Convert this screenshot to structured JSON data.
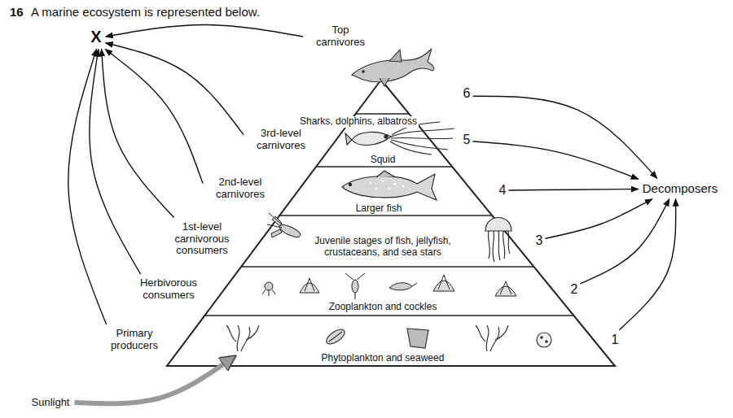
{
  "diagram": {
    "title": "A marine ecosystem is represented below.",
    "nodes": [
      {
        "text": [
          "X"
        ]
      },
      {
        "text": [
          "Top carnivores"
        ]
      },
      {
        "text": [
          "Sharks, dolphins, albatross",
          "6"
        ]
      },
      {
        "text": [
          "3rd-level carnivores"
        ]
      },
      {
        "text": [
          "Squid",
          "5"
        ]
      },
      {
        "text": [
          "2nd-level carnivores"
        ]
      },
      {
        "text": [
          "Larger fish",
          "4"
        ]
      },
      {
        "text": [
          "Decomposers"
        ]
      },
      {
        "text": [
          "1st-level carnivorous consumers"
        ]
      },
      {
        "text": [
          "Juvenile stages of fish, jellyfish, crustaceans, and sea stars",
          "3"
        ]
      },
      {
        "text": [
          "Herbivorous consumers"
        ]
      },
      {
        "text": [
          "Zooplankton and cockles",
          "2"
        ]
      },
      {
        "text": [
          "Primary producers"
        ]
      },
      {
        "text": [
          "Phytoplankton and seaweed",
          "1"
        ]
      },
      {
        "text": [
          "Sunlight"
        ]
      }
    ],
    "edges": [
      {
        "from": 1,
        "to": 0,
        "arrow": "to"
      },
      {
        "from": 3,
        "to": 0,
        "arrow": "to"
      },
      {
        "from": 5,
        "to": 0,
        "arrow": "to"
      },
      {
        "from": 8,
        "to": 0,
        "arrow": "to"
      },
      {
        "from": 10,
        "to": 0,
        "arrow": "to"
      },
      {
        "from": 12,
        "to": 0,
        "arrow": "to"
      },
      {
        "from": 2,
        "to": 7,
        "arrow": "to"
      },
      {
        "from": 4,
        "to": 7,
        "arrow": "to"
      },
      {
        "from": 6,
        "to": 7,
        "arrow": "to"
      },
      {
        "from": 9,
        "to": 7,
        "arrow": "to"
      },
      {
        "from": 11,
        "to": 7,
        "arrow": "to"
      },
      {
        "from": 13,
        "to": 7,
        "arrow": "to"
      },
      {
        "from": 14,
        "to": 13,
        "arrow": "to"
      }
    ],
    "labels": [
      "16"
    ]
  }
}
